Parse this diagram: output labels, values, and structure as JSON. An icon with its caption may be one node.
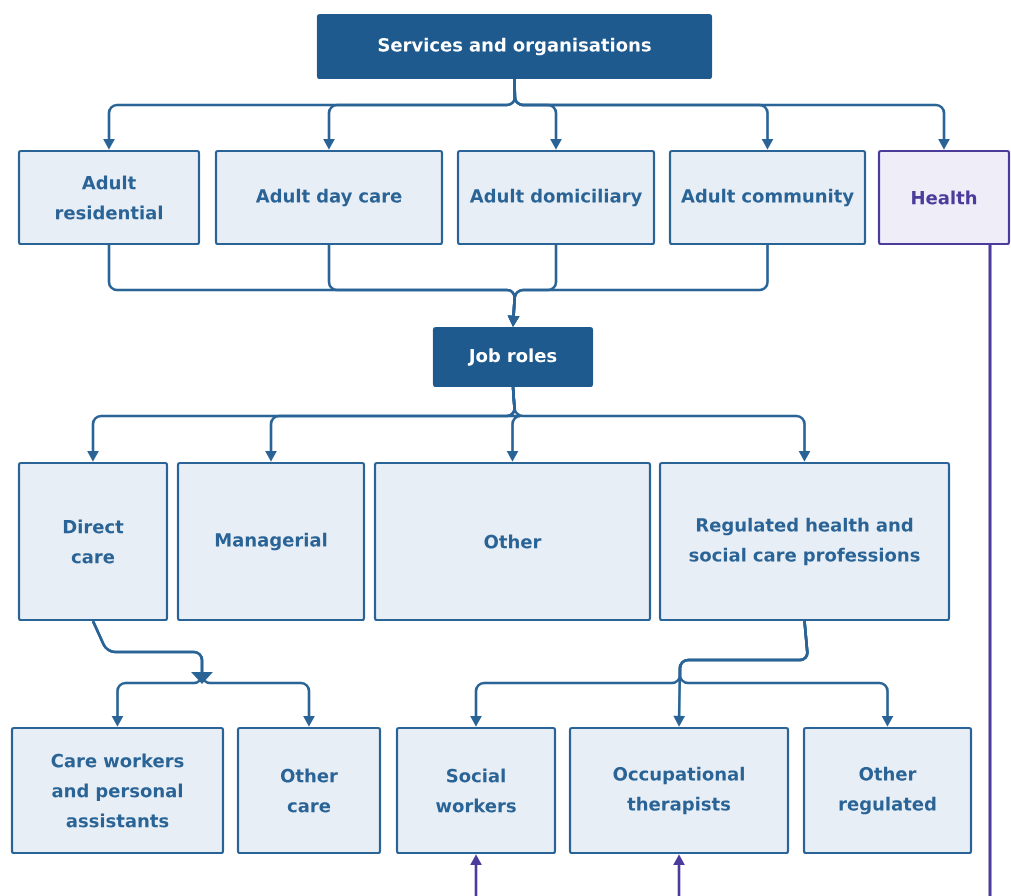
{
  "diagram": {
    "nodes": [
      {
        "text": [
          "Services and organisations"
        ]
      },
      {
        "text": [
          "Adult residential"
        ]
      },
      {
        "text": [
          "Adult day care"
        ]
      },
      {
        "text": [
          "Adult domiciliary"
        ]
      },
      {
        "text": [
          "Adult community"
        ]
      },
      {
        "text": [
          "Health"
        ]
      },
      {
        "text": [
          "Job roles"
        ]
      },
      {
        "text": [
          "Direct care"
        ]
      },
      {
        "text": [
          "Managerial"
        ]
      },
      {
        "text": [
          "Other"
        ]
      },
      {
        "text": [
          "Regulated health and social care professions"
        ]
      },
      {
        "text": [
          "Care workers and personal assistants"
        ]
      },
      {
        "text": [
          "Other care"
        ]
      },
      {
        "text": [
          "Social workers"
        ]
      },
      {
        "text": [
          "Occupational therapists"
        ]
      },
      {
        "text": [
          "Other regulated"
        ]
      }
    ],
    "edges": [
      {
        "from": 0,
        "to": 1,
        "arrow": "to"
      },
      {
        "from": 0,
        "to": 2,
        "arrow": "to"
      },
      {
        "from": 0,
        "to": 3,
        "arrow": "to"
      },
      {
        "from": 0,
        "to": 4,
        "arrow": "to"
      },
      {
        "from": 0,
        "to": 5,
        "arrow": "to"
      },
      {
        "from": 1,
        "to": 6,
        "arrow": "to"
      },
      {
        "from": 2,
        "to": 6,
        "arrow": "to"
      },
      {
        "from": 3,
        "to": 6,
        "arrow": "to"
      },
      {
        "from": 4,
        "to": 6,
        "arrow": "to"
      },
      {
        "from": 6,
        "to": 7,
        "arrow": "to"
      },
      {
        "from": 6,
        "to": 8,
        "arrow": "to"
      },
      {
        "from": 6,
        "to": 9,
        "arrow": "to"
      },
      {
        "from": 6,
        "to": 10,
        "arrow": "to"
      },
      {
        "from": 7,
        "to": 11,
        "arrow": "to"
      },
      {
        "from": 7,
        "to": 12,
        "arrow": "to"
      },
      {
        "from": 10,
        "to": 13,
        "arrow": "to"
      },
      {
        "from": 10,
        "to": 14,
        "arrow": "to"
      },
      {
        "from": 10,
        "to": 15,
        "arrow": "to"
      },
      {
        "from": 5,
        "to": 13,
        "arrow": "to",
        "color": "#4b3b9b"
      },
      {
        "from": 5,
        "to": 14,
        "arrow": "to",
        "color": "#4b3b9b"
      }
    ]
  }
}
